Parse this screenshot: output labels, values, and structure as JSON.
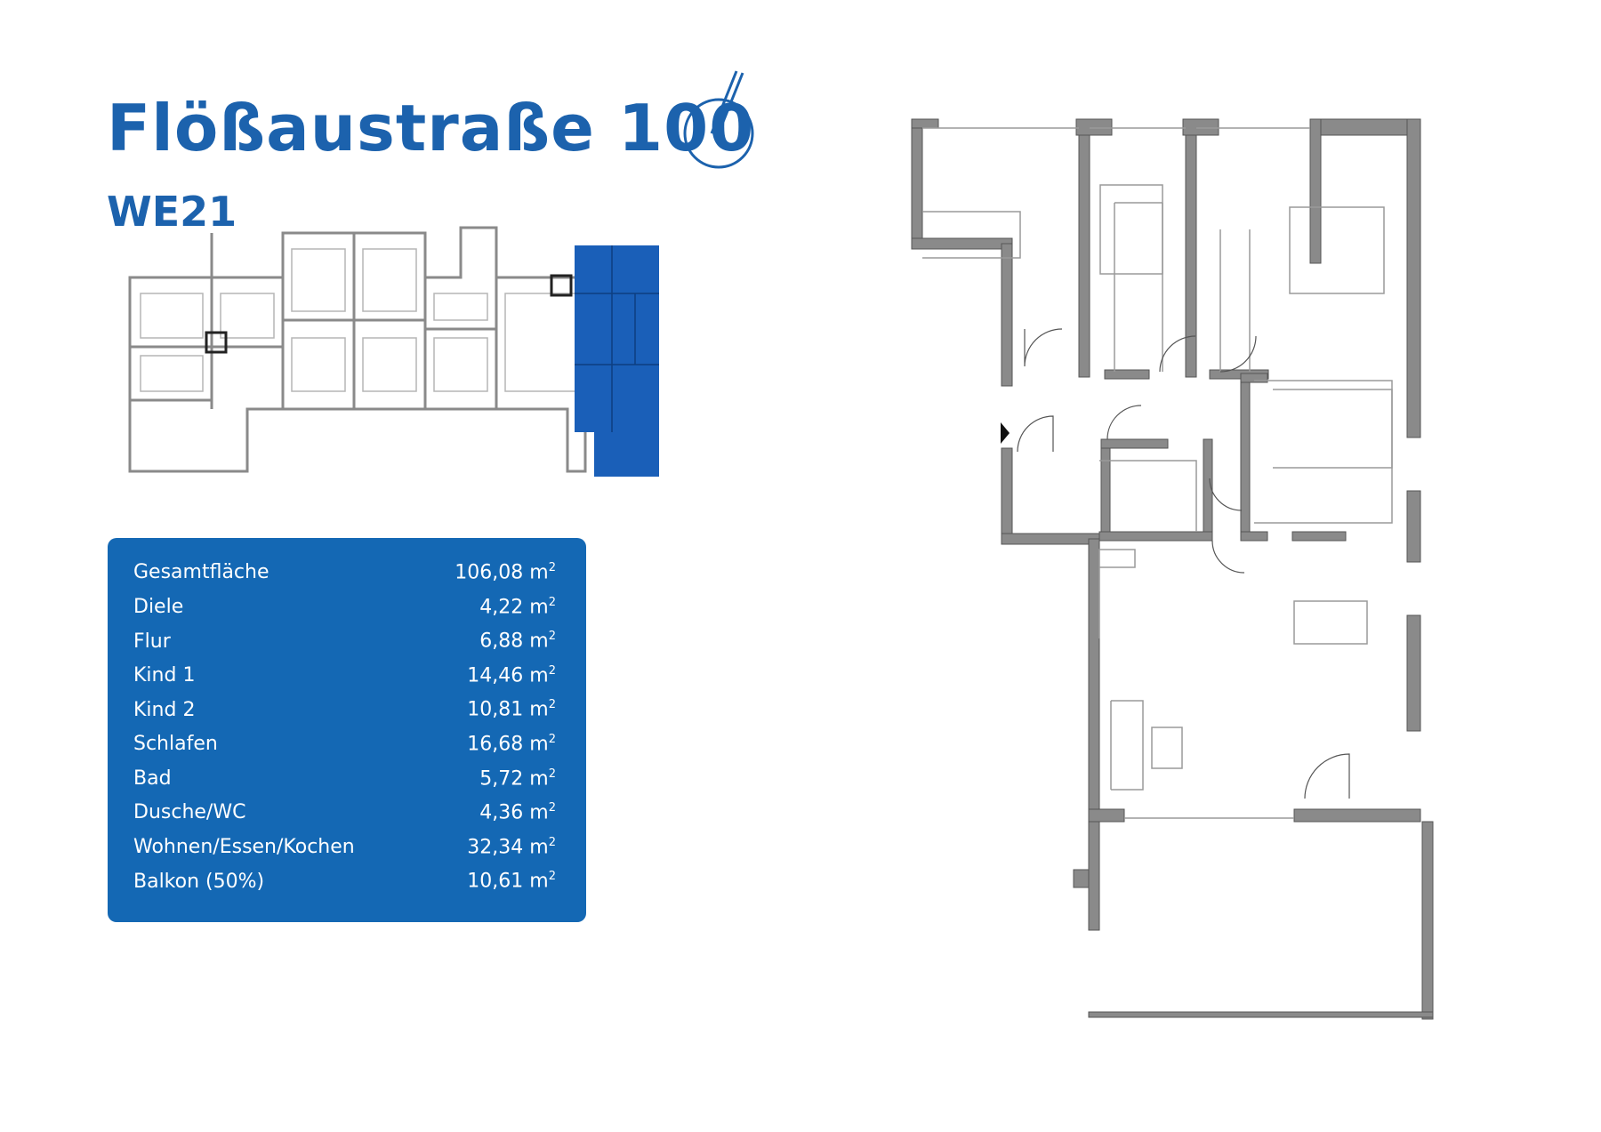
{
  "header": {
    "title": "Flößaustraße 100",
    "unit": "WE21"
  },
  "icons": {
    "compass": "north-arrow-icon",
    "entrance": "entrance-marker-icon"
  },
  "colors": {
    "brand": "#1c62ad",
    "table_bg": "#1468b4",
    "highlight": "#1a5fb8",
    "wall": "#7d7d7d"
  },
  "areas": {
    "unit_symbol": "m",
    "unit_exponent": "2",
    "rows": [
      {
        "label": "Gesamtfläche",
        "value": "106,08"
      },
      {
        "label": "Diele",
        "value": "4,22"
      },
      {
        "label": "Flur",
        "value": "6,88"
      },
      {
        "label": "Kind 1",
        "value": "14,46"
      },
      {
        "label": "Kind 2",
        "value": "10,81"
      },
      {
        "label": "Schlafen",
        "value": "16,68"
      },
      {
        "label": "Bad",
        "value": "5,72"
      },
      {
        "label": "Dusche/WC",
        "value": "4,36"
      },
      {
        "label": "Wohnen/Essen/Kochen",
        "value": "32,34"
      },
      {
        "label": "Balkon (50%)",
        "value": "10,61"
      }
    ]
  }
}
